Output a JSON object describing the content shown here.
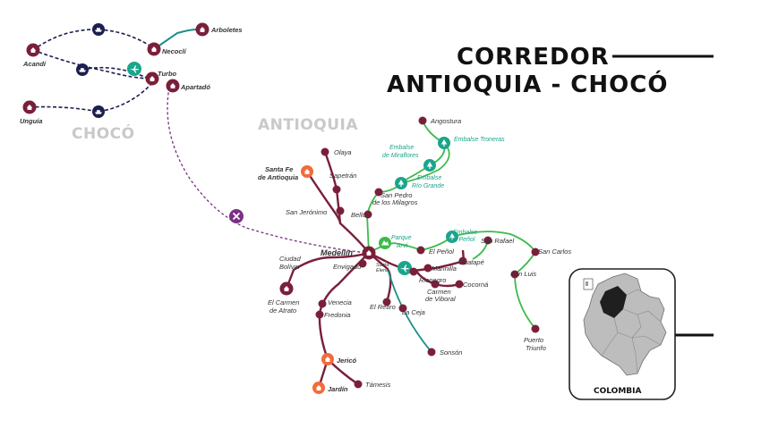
{
  "title": {
    "line1": "CORREDOR",
    "line2": "ANTIOQUIA - CHOCÓ"
  },
  "regions": {
    "choco": "CHOCÓ",
    "antioquia": "ANTIOQUIA"
  },
  "inset": {
    "country": "COLOMBIA"
  },
  "colors": {
    "route_main": "#7a1f3a",
    "route_green": "#3dba4c",
    "route_teal": "#1a8f8c",
    "route_purple": "#7b2f86",
    "route_sea": "#1c1f4f",
    "marker_town": "#7a1f3a",
    "marker_highlight": "#f26b3a",
    "marker_nature": "#1aa58c",
    "airport": "#1aa58c",
    "closed_route_marker": "#7b2f86"
  },
  "places": {
    "arboletes": "Arboletes",
    "necocli": "Necoclí",
    "acandi": "Acandí",
    "turbo": "Turbo",
    "apartado": "Apartadó",
    "unguia": "Unguía",
    "angostura": "Angostura",
    "embalse_miraflores": [
      "Embalse",
      "de Miraflores"
    ],
    "embalse_troneras": "Embalse Troneras",
    "embalse_rio_grande": [
      "Embalse",
      "Río Grande"
    ],
    "olaya": "Olaya",
    "santa_fe": [
      "Santa Fe",
      "de Antioquia"
    ],
    "sapetran": "Sapetrán",
    "san_pedro": [
      "San Pedro",
      "de los Milagros"
    ],
    "san_jeronimo": "San Jerónimo",
    "bello": "Bello",
    "parque_arvi": [
      "Parque",
      "Arví"
    ],
    "embalse_penol": [
      "Embalse",
      "Del Peñol"
    ],
    "el_penol": "El Peñol",
    "san_rafael": "San Rafael",
    "san_carlos": "San Carlos",
    "guatape": "Guatapé",
    "medellin": "Medellín",
    "envigado": "Envigado",
    "santa_elena": [
      "Santa",
      "Elena"
    ],
    "marinilla": "Marinilla",
    "san_luis": "San Luis",
    "ciudad_bolivar": [
      "Ciudad",
      "Bolívar"
    ],
    "rionegro": "Rionegro",
    "cocorna": "Cocorná",
    "carmen_viboral": [
      "Carmen",
      "de Viboral"
    ],
    "el_carmen_atrato": [
      "El Carmen",
      "de Atrato"
    ],
    "venecia": "Venecia",
    "fredonia": "Fredonia",
    "el_retiro": "El Retiro",
    "la_ceja": "La Ceja",
    "puerto_triunfo": [
      "Puerto",
      "Triunfo"
    ],
    "sonson": "Sonsón",
    "jerico": "Jericó",
    "tamesis": "Támesis",
    "jardin": "Jardín"
  }
}
